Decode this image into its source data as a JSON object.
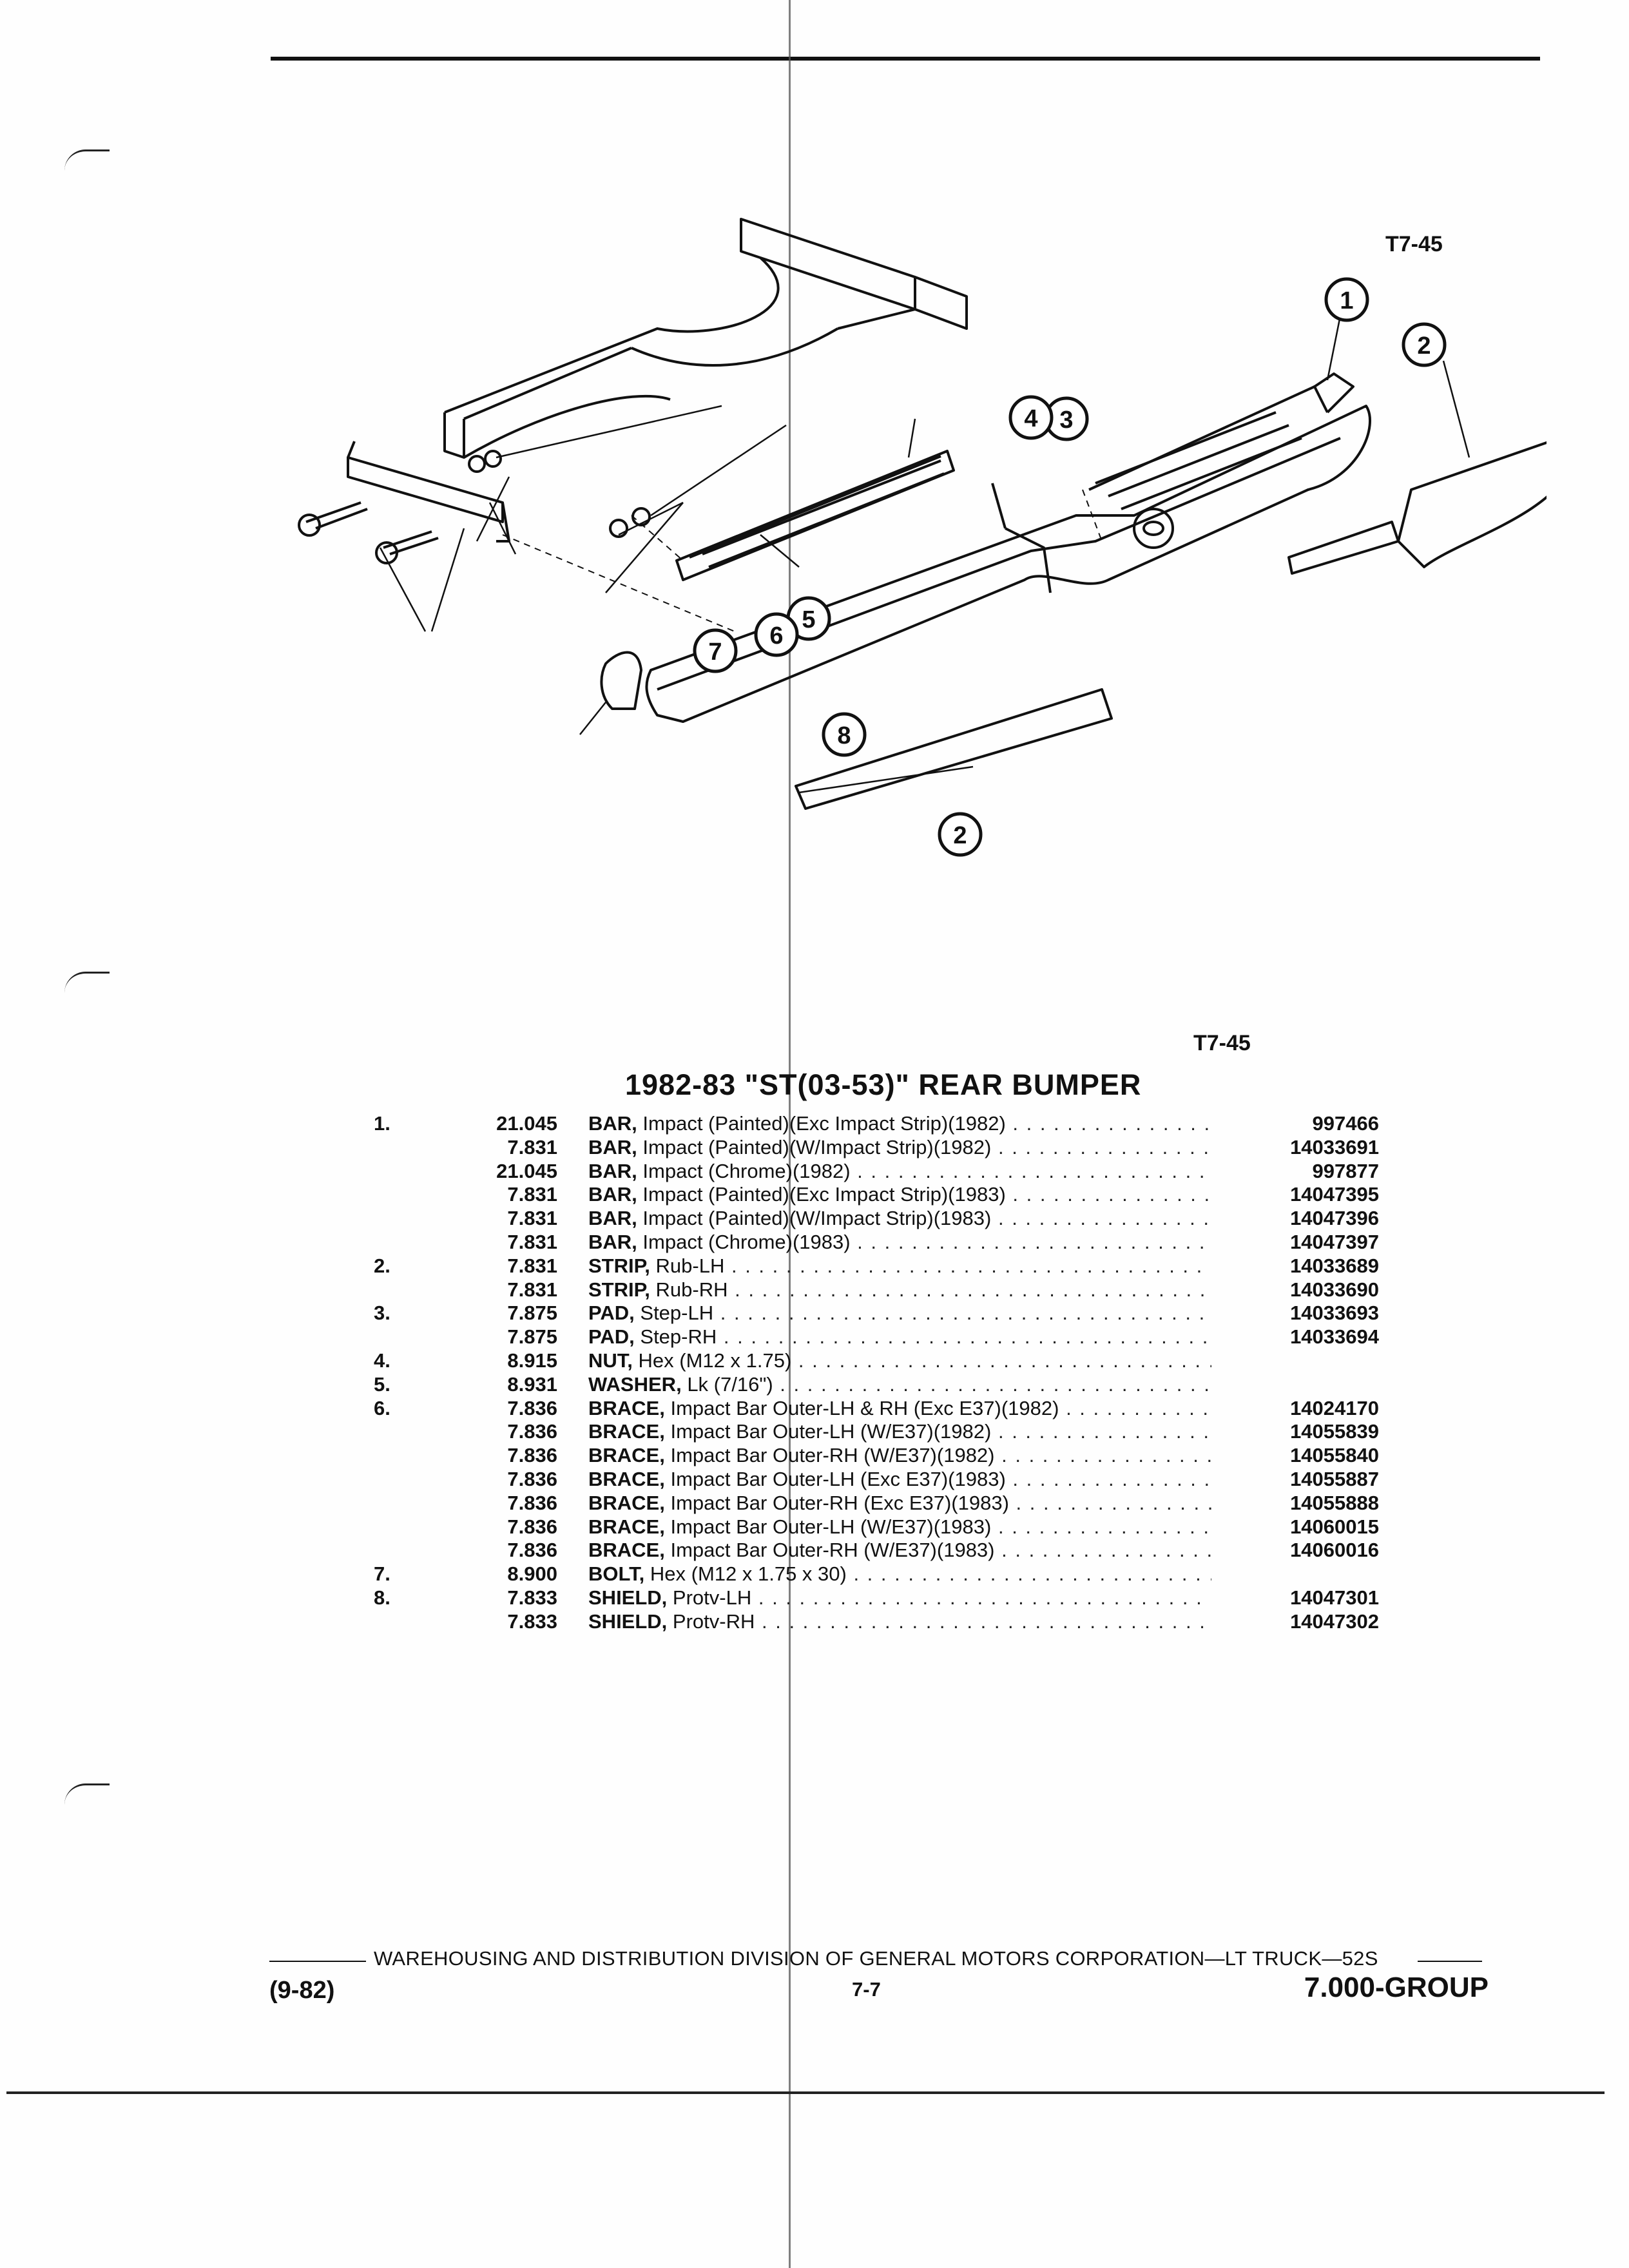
{
  "figure": {
    "label_top": "T7-45",
    "label_bottom": "T7-45",
    "callouts": [
      "1",
      "2",
      "2",
      "3",
      "4",
      "5",
      "6",
      "7",
      "8"
    ]
  },
  "title": "1982-83 \"ST(03-53)\" REAR BUMPER",
  "parts": [
    {
      "idx": "1.",
      "grp": "21.045",
      "name": "BAR,",
      "desc": "Impact (Painted)(Exc Impact Strip)(1982)",
      "pn": "997466"
    },
    {
      "idx": "",
      "grp": "7.831",
      "name": "BAR,",
      "desc": "Impact (Painted)(W/Impact Strip)(1982)",
      "pn": "14033691"
    },
    {
      "idx": "",
      "grp": "21.045",
      "name": "BAR,",
      "desc": "Impact (Chrome)(1982)",
      "pn": "997877"
    },
    {
      "idx": "",
      "grp": "7.831",
      "name": "BAR,",
      "desc": "Impact (Painted)(Exc Impact Strip)(1983)",
      "pn": "14047395"
    },
    {
      "idx": "",
      "grp": "7.831",
      "name": "BAR,",
      "desc": "Impact (Painted)(W/Impact Strip)(1983)",
      "pn": "14047396"
    },
    {
      "idx": "",
      "grp": "7.831",
      "name": "BAR,",
      "desc": "Impact (Chrome)(1983)",
      "pn": "14047397"
    },
    {
      "idx": "2.",
      "grp": "7.831",
      "name": "STRIP,",
      "desc": "Rub-LH",
      "pn": "14033689"
    },
    {
      "idx": "",
      "grp": "7.831",
      "name": "STRIP,",
      "desc": "Rub-RH",
      "pn": "14033690"
    },
    {
      "idx": "3.",
      "grp": "7.875",
      "name": "PAD,",
      "desc": "Step-LH",
      "pn": "14033693"
    },
    {
      "idx": "",
      "grp": "7.875",
      "name": "PAD,",
      "desc": "Step-RH",
      "pn": "14033694"
    },
    {
      "idx": "4.",
      "grp": "8.915",
      "name": "NUT,",
      "desc": "Hex (M12 x 1.75)",
      "pn": ""
    },
    {
      "idx": "5.",
      "grp": "8.931",
      "name": "WASHER,",
      "desc": "Lk (7/16\")",
      "pn": ""
    },
    {
      "idx": "6.",
      "grp": "7.836",
      "name": "BRACE,",
      "desc": "Impact Bar Outer-LH & RH (Exc E37)(1982)",
      "pn": "14024170"
    },
    {
      "idx": "",
      "grp": "7.836",
      "name": "BRACE,",
      "desc": "Impact Bar Outer-LH (W/E37)(1982)",
      "pn": "14055839"
    },
    {
      "idx": "",
      "grp": "7.836",
      "name": "BRACE,",
      "desc": "Impact Bar Outer-RH (W/E37)(1982)",
      "pn": "14055840"
    },
    {
      "idx": "",
      "grp": "7.836",
      "name": "BRACE,",
      "desc": "Impact Bar Outer-LH (Exc E37)(1983)",
      "pn": "14055887"
    },
    {
      "idx": "",
      "grp": "7.836",
      "name": "BRACE,",
      "desc": "Impact Bar Outer-RH (Exc E37)(1983)",
      "pn": "14055888"
    },
    {
      "idx": "",
      "grp": "7.836",
      "name": "BRACE,",
      "desc": "Impact Bar Outer-LH (W/E37)(1983)",
      "pn": "14060015"
    },
    {
      "idx": "",
      "grp": "7.836",
      "name": "BRACE,",
      "desc": "Impact Bar Outer-RH (W/E37)(1983)",
      "pn": "14060016"
    },
    {
      "idx": "7.",
      "grp": "8.900",
      "name": "BOLT,",
      "desc": "Hex (M12 x 1.75 x 30)",
      "pn": ""
    },
    {
      "idx": "8.",
      "grp": "7.833",
      "name": "SHIELD,",
      "desc": "Protv-LH",
      "pn": "14047301"
    },
    {
      "idx": "",
      "grp": "7.833",
      "name": "SHIELD,",
      "desc": "Protv-RH",
      "pn": "14047302"
    }
  ],
  "footer": {
    "center": "WAREHOUSING AND DISTRIBUTION DIVISION OF GENERAL MOTORS CORPORATION—LT TRUCK—52S",
    "date": "(9-82)",
    "page": "7-7",
    "group": "7.000-GROUP"
  }
}
